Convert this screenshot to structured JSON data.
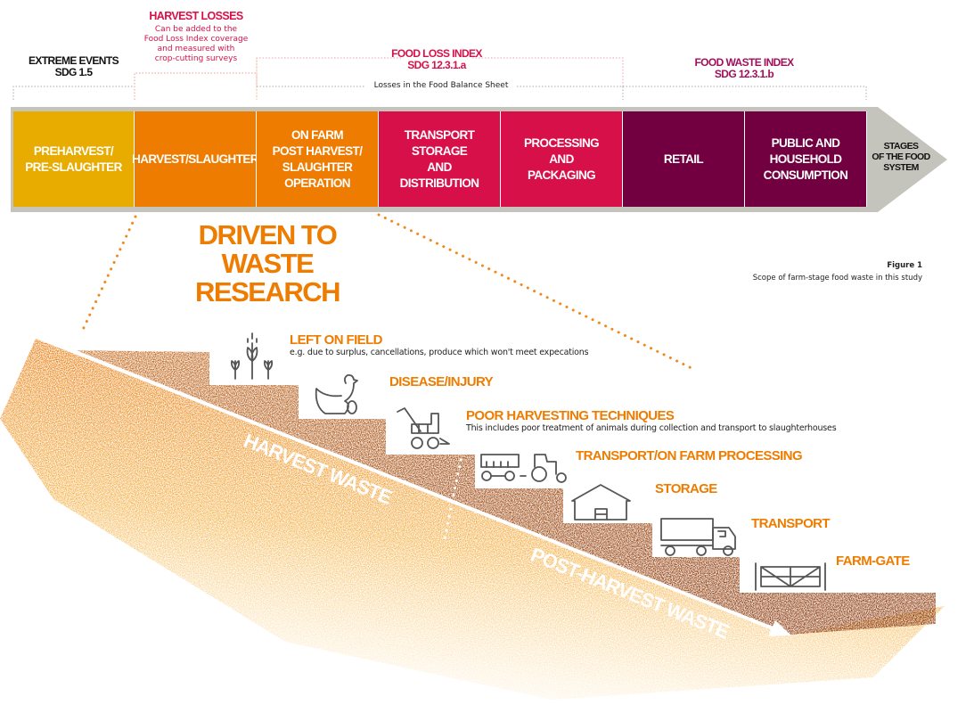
{
  "top_labels": {
    "extreme_events": {
      "title": "EXTREME EVENTS",
      "sub": "SDG 1.5"
    },
    "harvest_losses": {
      "title": "HARVEST LOSSES",
      "desc_lines": [
        "Can be added to the",
        "Food Loss Index coverage",
        "and measured with",
        "crop-cutting surveys"
      ]
    },
    "food_loss_index": {
      "title": "FOOD LOSS INDEX",
      "sub": "SDG 12.3.1.a",
      "note": "Losses in the Food Balance Sheet"
    },
    "food_waste_index": {
      "title": "FOOD WASTE INDEX",
      "sub": "SDG 12.3.1.b"
    }
  },
  "stages": [
    {
      "lines": [
        "PREHARVEST/",
        "PRE-SLAUGHTER"
      ],
      "color": "#E8AC00"
    },
    {
      "lines": [
        "HARVEST/SLAUGHTER"
      ],
      "color": "#EE7C00"
    },
    {
      "lines": [
        "ON FARM",
        "POST HARVEST/",
        "SLAUGHTER OPERATION"
      ],
      "color": "#EE7C00"
    },
    {
      "lines": [
        "TRANSPORT STORAGE",
        "AND",
        "DISTRIBUTION"
      ],
      "color": "#D7104A"
    },
    {
      "lines": [
        "PROCESSING",
        "AND",
        "PACKAGING"
      ],
      "color": "#D7104A"
    },
    {
      "lines": [
        "RETAIL"
      ],
      "color": "#720040"
    },
    {
      "lines": [
        "PUBLIC AND",
        "HOUSEHOLD",
        "CONSUMPTION"
      ],
      "color": "#720040"
    }
  ],
  "arrow_label": [
    "STAGES",
    "OF THE FOOD",
    "SYSTEM"
  ],
  "research_title": [
    "DRIVEN TO",
    "WASTE RESEARCH"
  ],
  "figure": {
    "label": "Figure 1",
    "caption": "Scope of farm-stage food waste in this study"
  },
  "steps": [
    {
      "title": "LEFT ON FIELD",
      "desc": "e.g. due to surplus, cancellations, produce which won't meet expecations",
      "icon": "wheat-icon"
    },
    {
      "title": "DISEASE/INJURY",
      "icon": "chicken-egg-icon"
    },
    {
      "title": "POOR HARVESTING TECHNIQUES",
      "desc": "This includes poor treatment of animals during collection and transport to slaughterhouses",
      "icon": "harvester-icon"
    },
    {
      "title": "TRANSPORT/ON FARM PROCESSING",
      "icon": "tractor-trailer-icon"
    },
    {
      "title": "STORAGE",
      "icon": "barn-icon"
    },
    {
      "title": "TRANSPORT",
      "icon": "truck-icon"
    },
    {
      "title": "FARM-GATE",
      "icon": "gate-icon"
    }
  ],
  "diagonal_labels": {
    "harvest": "HARVEST WASTE",
    "post_harvest": "POST-HARVEST WASTE"
  },
  "colors": {
    "accent_orange": "#EE7C00",
    "brown": "#9A3E0A",
    "magenta": "#D7104A",
    "purple": "#720040",
    "grey_arrow": "#C4C4BD"
  }
}
